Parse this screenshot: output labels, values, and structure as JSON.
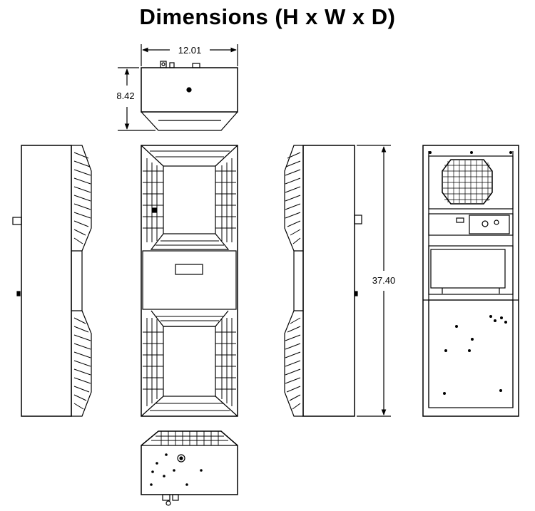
{
  "title": "Dimensions (H x W x D)",
  "dimensions": {
    "width_label": "12.01",
    "depth_label": "8.42",
    "height_label": "37.40"
  },
  "views": [
    {
      "name": "top-view"
    },
    {
      "name": "left-side-view"
    },
    {
      "name": "front-view"
    },
    {
      "name": "right-side-view"
    },
    {
      "name": "rear-view"
    },
    {
      "name": "bottom-view"
    }
  ]
}
